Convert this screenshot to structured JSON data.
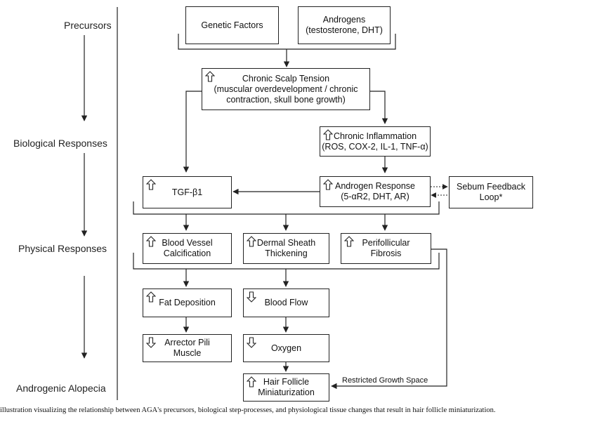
{
  "stages": {
    "precursors": "Precursors",
    "biological": "Biological Responses",
    "physical": "Physical Responses",
    "alopecia": "Androgenic Alopecia"
  },
  "nodes": {
    "genetic": {
      "text": "Genetic Factors",
      "indicator": "none"
    },
    "androgens": {
      "line1": "Androgens",
      "line2": "(testosterone, DHT)",
      "indicator": "none"
    },
    "scalp_tension": {
      "line1": "Chronic Scalp Tension",
      "line2": "(muscular overdevelopment / chronic",
      "line3": "contraction, skull bone growth)",
      "indicator": "up"
    },
    "inflammation": {
      "line1": "Chronic Inflammation",
      "line2": "(ROS, COX-2, IL-1, TNF-α)",
      "indicator": "up"
    },
    "tgf": {
      "text": "TGF-β1",
      "indicator": "up"
    },
    "androgen_response": {
      "line1": "Androgen Response",
      "line2": "(5-αR2, DHT, AR)",
      "indicator": "up"
    },
    "sebum": {
      "line1": "Sebum Feedback",
      "line2": "Loop*",
      "indicator": "none"
    },
    "blood_vessel": {
      "line1": "Blood Vessel",
      "line2": "Calcification",
      "indicator": "up"
    },
    "dermal_sheath": {
      "line1": "Dermal Sheath",
      "line2": "Thickening",
      "indicator": "up"
    },
    "fibrosis": {
      "line1": "Perifollicular",
      "line2": "Fibrosis",
      "indicator": "up"
    },
    "fat": {
      "text": "Fat Deposition",
      "indicator": "up"
    },
    "blood_flow": {
      "text": "Blood Flow",
      "indicator": "down"
    },
    "arrector": {
      "line1": "Arrector Pili",
      "line2": "Muscle",
      "indicator": "down"
    },
    "oxygen": {
      "text": "Oxygen",
      "indicator": "down"
    },
    "miniaturization": {
      "line1": "Hair Follicle",
      "line2": "Miniaturization",
      "indicator": "up"
    }
  },
  "edge_labels": {
    "restricted": "Restricted Growth Space"
  },
  "caption": "illustration visualizing the relationship between AGA's precursors, biological step-processes, and physiological tissue changes that result in hair follicle miniaturization."
}
